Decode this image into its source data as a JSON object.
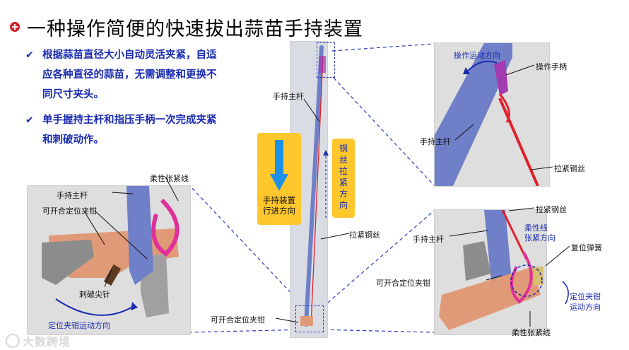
{
  "title": "一种操作简便的快速拔出蒜苗手持装置",
  "bullets": [
    {
      "line1": "根据蒜苗直径大小自动灵活夹紧，自适",
      "line2": "应各种直径的蒜苗，无需调整和更换不",
      "line3": "同尺寸夹头。"
    },
    {
      "line1": "单手握持主杆和指压手柄一次完成夹紧",
      "line2": "和刺破动作。"
    }
  ],
  "center": {
    "label_main_rod": "手持主杆",
    "label_wire": "拉紧钢丝",
    "label_clamp": "可开合定位夹钳",
    "arrow_box_text_line1": "手持装置",
    "arrow_box_text_line2": "行进方向",
    "wire_dir_chars": [
      "钢",
      "丝",
      "拉",
      "紧",
      "方",
      "向"
    ]
  },
  "top_right": {
    "label_motion": "操作运动方向",
    "label_handle": "操作手柄",
    "label_main_rod": "手持主杆",
    "label_wire": "拉紧钢丝"
  },
  "bottom_left": {
    "label_elastic": "柔性张紧线",
    "label_main_rod": "手持主杆",
    "label_clamp": "可开合定位夹钳",
    "label_pierce": "刺破尖针",
    "label_motion": "定位夹钳运动方向"
  },
  "bottom_right": {
    "label_wire": "拉紧钢丝",
    "label_main_rod": "手持主杆",
    "label_elastic_dir_line1": "柔性线",
    "label_elastic_dir_line2": "张紧方向",
    "label_spring": "复位弹簧",
    "label_clamp": "可开合定位夹钳",
    "label_motion_line1": "定位夹钳",
    "label_motion_line2": "运动方向",
    "label_elastic": "柔性张紧线"
  },
  "watermark": "大数跨境",
  "colors": {
    "title_bullet": "#d2232a",
    "bullet_text": "#1a2bb0",
    "rod": "#6f7fc8",
    "wire": "#e0202a",
    "handle": "#a43bb0",
    "elastic": "#e0309a",
    "clamp": "#e09a78",
    "arrow_box": "#ffc72c",
    "arrow": "#1e90e8"
  }
}
